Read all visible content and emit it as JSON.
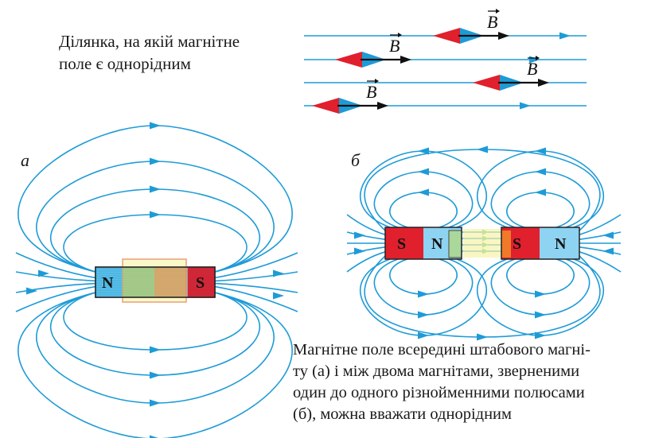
{
  "captions": {
    "top": [
      "Ділянка, на якій магнітне",
      "поле є однорідним"
    ],
    "fig_a": "а",
    "fig_b": "б",
    "bottom": [
      "Магнітне поле всередині штабового магні-",
      "ту (а) і між двома магнітами, зверненими",
      "один до одного різнойменними полюсами",
      "(б), можна вважати однорідним"
    ]
  },
  "labels": {
    "vector": "B",
    "north": "N",
    "south": "S"
  },
  "colors": {
    "field_line": "#1e9bd7",
    "north_pole": "#58c0ea",
    "south_pole": "#e0202c",
    "needle_red": "#e0202c",
    "needle_blue": "#1e9bd7",
    "vector_arrow": "#111111",
    "uniform_zone": "#f6f09a"
  }
}
